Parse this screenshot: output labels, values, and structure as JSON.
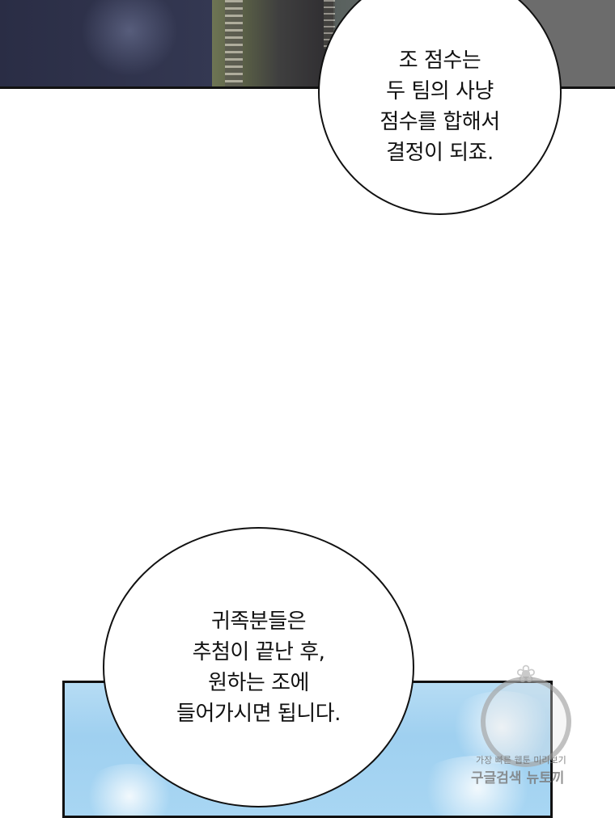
{
  "bubbles": {
    "top": {
      "lines": [
        "조 점수는",
        "두 팀의 사냥",
        "점수를 합해서",
        "결정이 되죠."
      ]
    },
    "bottom": {
      "lines": [
        "귀족분들은",
        "추첨이 끝난 후,",
        "원하는 조에",
        "들어가시면 됩니다."
      ]
    }
  },
  "watermark": {
    "line1": "가장 빠른 웹툰 미리보기",
    "line2": "구글검색 뉴토끼"
  },
  "colors": {
    "panel_top_dark": "#2a2d45",
    "panel_top_gray": "#6c6c6c",
    "panel_bottom_sky": "#a8d6f3",
    "border": "#111111"
  }
}
